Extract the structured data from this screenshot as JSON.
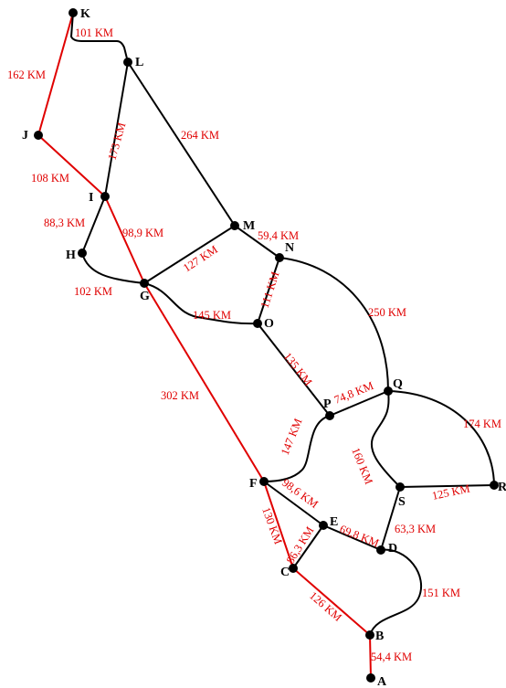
{
  "colors": {
    "route": "#e00000",
    "road": "#000000",
    "distance_text": "#e00000"
  },
  "nodes": [
    {
      "id": "K",
      "label": "K"
    },
    {
      "id": "L",
      "label": "L"
    },
    {
      "id": "J",
      "label": "J"
    },
    {
      "id": "I",
      "label": "I"
    },
    {
      "id": "H",
      "label": "H"
    },
    {
      "id": "M",
      "label": "M"
    },
    {
      "id": "N",
      "label": "N"
    },
    {
      "id": "G",
      "label": "G"
    },
    {
      "id": "O",
      "label": "O"
    },
    {
      "id": "P",
      "label": "P"
    },
    {
      "id": "Q",
      "label": "Q"
    },
    {
      "id": "R",
      "label": "R"
    },
    {
      "id": "F",
      "label": "F"
    },
    {
      "id": "S",
      "label": "S"
    },
    {
      "id": "E",
      "label": "E"
    },
    {
      "id": "D",
      "label": "D"
    },
    {
      "id": "C",
      "label": "C"
    },
    {
      "id": "B",
      "label": "B"
    },
    {
      "id": "A",
      "label": "A"
    }
  ],
  "edges": [
    {
      "from": "K",
      "to": "J",
      "distance": "162 KM",
      "highlighted": true
    },
    {
      "from": "K",
      "to": "L",
      "distance": "101 KM",
      "highlighted": false
    },
    {
      "from": "J",
      "to": "I",
      "distance": "108 KM",
      "highlighted": true
    },
    {
      "from": "L",
      "to": "I",
      "distance": "173 KM",
      "highlighted": false
    },
    {
      "from": "L",
      "to": "M",
      "distance": "264 KM",
      "highlighted": false
    },
    {
      "from": "I",
      "to": "H",
      "distance": "88,3 KM",
      "highlighted": false
    },
    {
      "from": "I",
      "to": "G",
      "distance": "98,9 KM",
      "highlighted": true
    },
    {
      "from": "H",
      "to": "G",
      "distance": "102 KM",
      "highlighted": false
    },
    {
      "from": "M",
      "to": "N",
      "distance": "59,4 KM",
      "highlighted": false
    },
    {
      "from": "G",
      "to": "M",
      "distance": "127 KM",
      "highlighted": false
    },
    {
      "from": "N",
      "to": "O",
      "distance": "111 KM",
      "highlighted": false
    },
    {
      "from": "G",
      "to": "O",
      "distance": "145 KM",
      "highlighted": false
    },
    {
      "from": "N",
      "to": "Q",
      "distance": "250 KM",
      "highlighted": false
    },
    {
      "from": "O",
      "to": "P",
      "distance": "135 KM",
      "highlighted": false
    },
    {
      "from": "G",
      "to": "F",
      "distance": "302 KM",
      "highlighted": true
    },
    {
      "from": "P",
      "to": "Q",
      "distance": "74,8 KM",
      "highlighted": false
    },
    {
      "from": "Q",
      "to": "R",
      "distance": "174 KM",
      "highlighted": false
    },
    {
      "from": "P",
      "to": "F",
      "distance": "147 KM",
      "highlighted": false
    },
    {
      "from": "Q",
      "to": "S",
      "distance": "160 KM",
      "highlighted": false
    },
    {
      "from": "S",
      "to": "R",
      "distance": "125 KM",
      "highlighted": false
    },
    {
      "from": "F",
      "to": "E",
      "distance": "98,6 KM",
      "highlighted": false
    },
    {
      "from": "F",
      "to": "C",
      "distance": "130 KM",
      "highlighted": true
    },
    {
      "from": "E",
      "to": "C",
      "distance": "86,3 KM",
      "highlighted": false
    },
    {
      "from": "E",
      "to": "D",
      "distance": "69,8 KM",
      "highlighted": false
    },
    {
      "from": "S",
      "to": "D",
      "distance": "63,3 KM",
      "highlighted": false
    },
    {
      "from": "D",
      "to": "B",
      "distance": "151 KM",
      "highlighted": false
    },
    {
      "from": "C",
      "to": "B",
      "distance": "126 KM",
      "highlighted": true
    },
    {
      "from": "B",
      "to": "A",
      "distance": "54,4 KM",
      "highlighted": true
    }
  ]
}
